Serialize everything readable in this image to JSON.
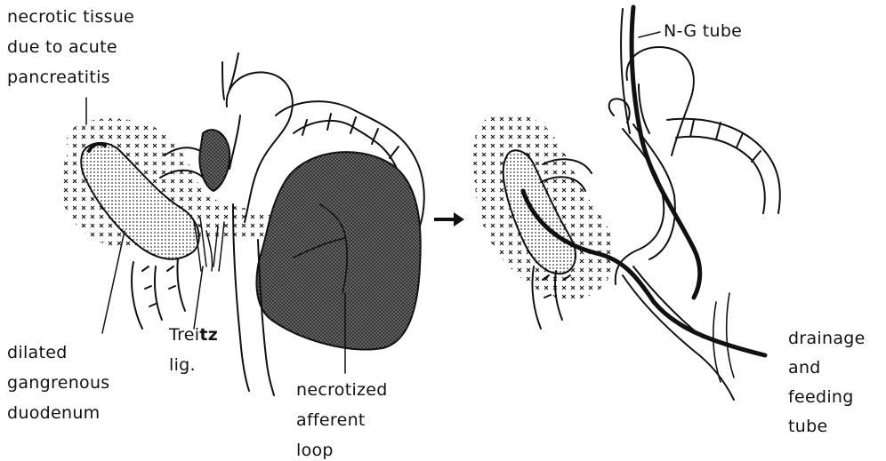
{
  "labels": {
    "necrotic_tissue_line1": "necrotic tissue",
    "necrotic_tissue_line2": "due to acute",
    "necrotic_tissue_line3": "pancreatitis",
    "dilated_line1": "dilated",
    "dilated_line2": "gangrenous",
    "dilated_line3": "duodenum",
    "treitz_part1": "Trei",
    "treitz_part2": "tz",
    "treitz_line2": "lig.",
    "necrotized_line1": "necrotized",
    "necrotized_line2": "afferent",
    "necrotized_line3": "loop",
    "ng_tube": "N-G  tube",
    "drainage_line1": "drainage",
    "drainage_line2": "and",
    "drainage_line3": "feeding",
    "drainage_line4": "tube"
  },
  "colors": {
    "ink": "#111111",
    "background": "#ffffff",
    "necrotic_fill": "#5a5a5a",
    "duodenum_fill": "#bdbdbd"
  },
  "icons": {
    "transition_arrow": "right-arrow-icon"
  }
}
